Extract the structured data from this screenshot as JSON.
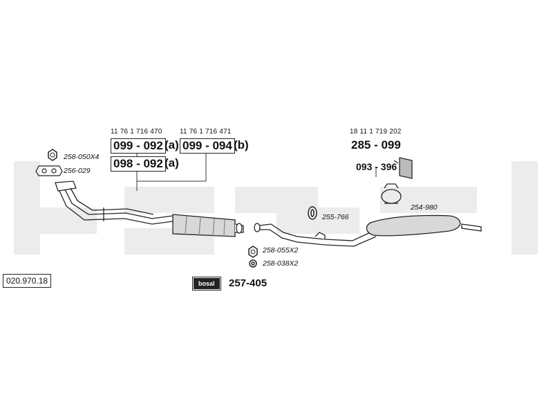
{
  "catalog_number": "020.970.18",
  "watermark": "bosal",
  "oem_numbers": {
    "left_a": "11 76 1 716 470",
    "left_b": "11 76 1 716 471",
    "right": "18 11 1 719 202"
  },
  "parts": {
    "p1": "099 - 092",
    "p1_suffix": "(a)",
    "p2": "099 - 094",
    "p2_suffix": "(b)",
    "p3": "098 - 092",
    "p3_suffix": "(a)",
    "p4": "285 - 099",
    "p5": "093 - 396",
    "kit": "257-405"
  },
  "small_parts": {
    "nut_front": "258-050X4",
    "gasket_front": "256-029",
    "ring": "255-766",
    "clamp": "254-980",
    "nut_mid": "258-055X2",
    "washer_mid": "258-038X2"
  },
  "kit_logo": "bosal"
}
